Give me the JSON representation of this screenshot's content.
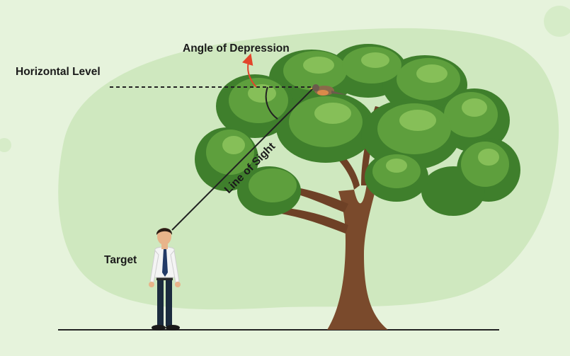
{
  "labels": {
    "angle": "Angle of Depression",
    "horizontal": "Horizontal Level",
    "sight": "Line of Sight",
    "target": "Target"
  },
  "colors": {
    "background": "#e6f3dc",
    "blob": "#cfe8bf",
    "foliage_dark": "#3f7f2c",
    "foliage_mid": "#5e9f3d",
    "foliage_light": "#86bf58",
    "trunk": "#7a4a2c",
    "arrow": "#e2452b",
    "line": "#222222"
  },
  "icons": [
    "tree-icon",
    "bird-icon",
    "person-icon",
    "angle-arrow-icon"
  ]
}
